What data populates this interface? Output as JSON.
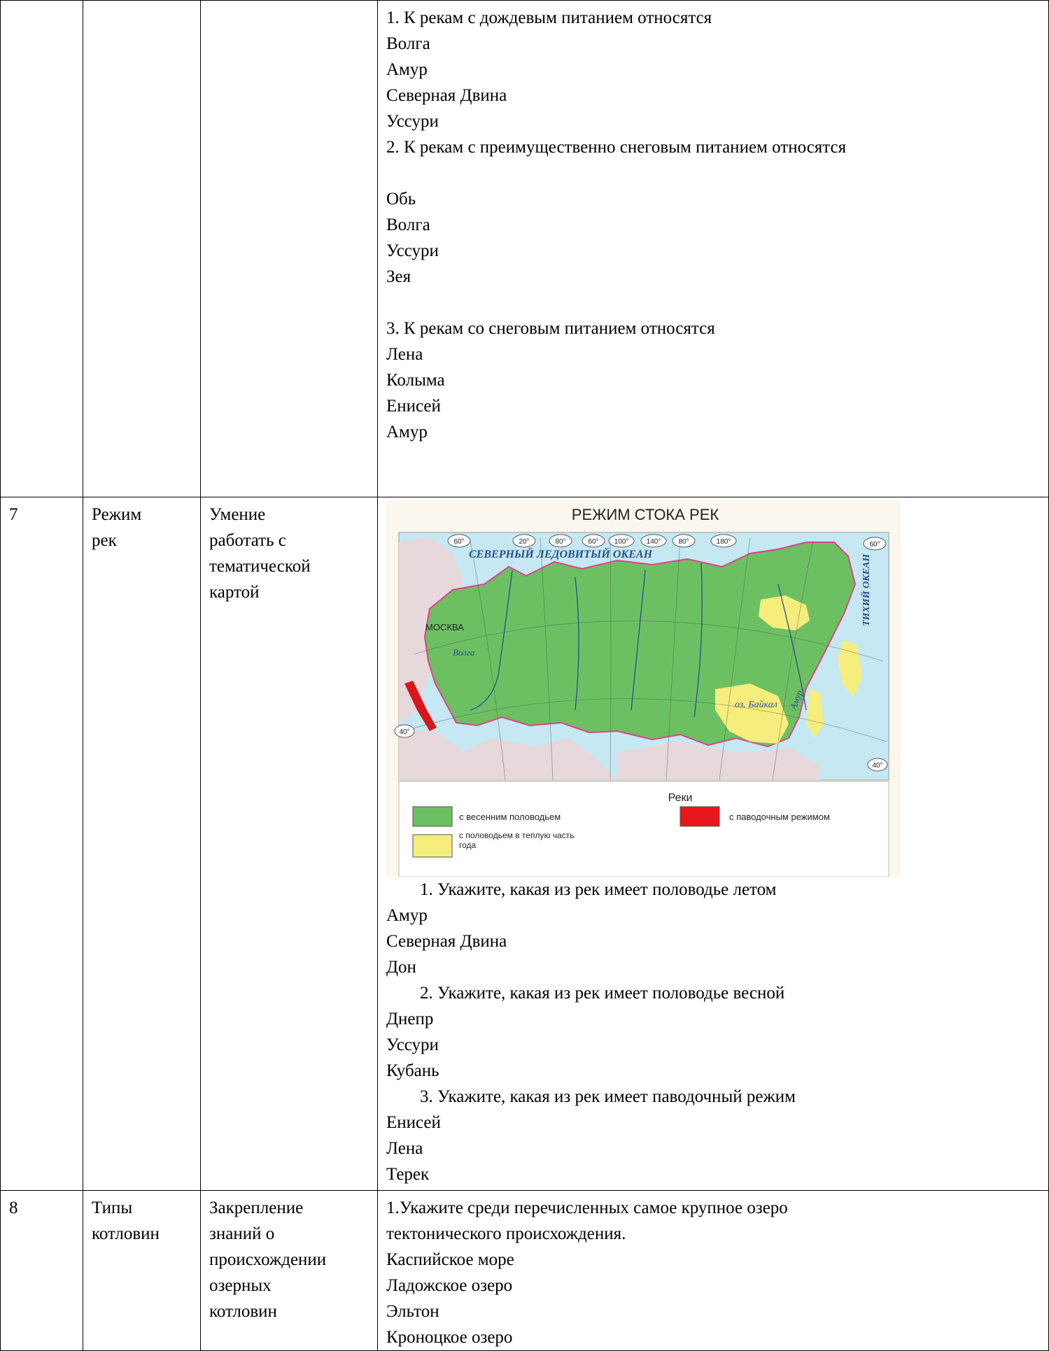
{
  "row_prev": {
    "num": "",
    "topic": "",
    "skill": "",
    "lines": [
      "1. К рекам с дождевым питанием относятся",
      "Волга",
      "Амур",
      "Северная Двина",
      "Уссури",
      "2.  К рекам с преимущественно снеговым питанием относятся",
      "",
      "Обь",
      "Волга",
      "Уссури",
      "Зея",
      "",
      "3. К рекам со снеговым питанием относятся",
      "Лена",
      "Колыма",
      "Енисей",
      "Амур"
    ]
  },
  "row7": {
    "num": "7",
    "topic": [
      "Режим",
      "рек"
    ],
    "skill": [
      "Умение",
      "работать с",
      "тематической",
      "картой"
    ],
    "map": {
      "title": "РЕЖИМ СТОКА РЕК",
      "ocean_north": "СЕВЕРНЫЙ ЛЕДОВИТЫЙ ОКЕАН",
      "ocean_east": "ТИХИЙ ОКЕАН",
      "city": "МОСКВА",
      "lake": "оз. Байкал",
      "river_volga": "Волга",
      "river_amur": "Амур",
      "degrees": [
        "60°",
        "20°",
        "80°",
        "60°",
        "100°",
        "140°",
        "80°",
        "180°",
        "60°",
        "40°",
        "40°"
      ],
      "legend_title": "Реки",
      "legend": [
        {
          "label": "с весенним половодьем",
          "color": "#6cc062"
        },
        {
          "label": "с паводочным режимом",
          "color": "#e8161b"
        },
        {
          "label": "с половодьем в теплую часть года",
          "color": "#f6ee7c"
        }
      ],
      "colors": {
        "land": "#6cc062",
        "water": "#c6e8f2",
        "other": "#e7d8dc",
        "summer": "#f6ee7c",
        "flood": "#d8161b",
        "border": "#e0428a"
      }
    },
    "questions": [
      {
        "q": "1.  Укажите, какая из рек имеет половодье летом",
        "options": [
          "Амур",
          "Северная Двина",
          "Дон"
        ]
      },
      {
        "q": "2.  Укажите, какая из рек имеет половодье весной",
        "options": [
          "Днепр",
          "Уссури",
          "Кубань"
        ]
      },
      {
        "q": "3.  Укажите, какая из рек имеет паводочный режим",
        "options": [
          "Енисей",
          "Лена",
          "Терек"
        ]
      }
    ]
  },
  "row8": {
    "num": "8",
    "topic": [
      "Типы",
      "котловин"
    ],
    "skill": [
      "Закрепление",
      "знаний о",
      "происхождении",
      "озерных",
      "котловин"
    ],
    "lines": [
      "1.Укажите среди перечисленных самое крупное озеро",
      "тектонического происхождения.",
      "Каспийское море",
      "Ладожское озеро",
      "Эльтон",
      "Кроноцкое озеро"
    ]
  }
}
